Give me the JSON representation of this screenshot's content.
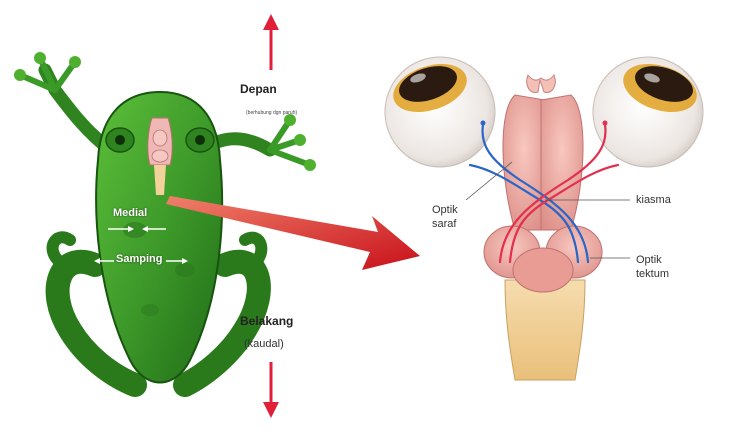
{
  "labels": {
    "depan": "Depan",
    "depan_note": "(berhubung dgn paruh)",
    "belakang": "Belakang",
    "kaudal": "(kaudal)",
    "medial": "Medial",
    "samping": "Samping",
    "optik_saraf_1": "Optik",
    "optik_saraf_2": "saraf",
    "kiasma": "kiasma",
    "optik_tektum_1": "Optik",
    "optik_tektum_2": "tektum"
  },
  "colors": {
    "frog_green": "#3e9a2a",
    "frog_dark": "#1f6b16",
    "axis_arrow": "#e0203a",
    "big_arrow": "#d8141c",
    "eye_white": "#f6f4f2",
    "brain_pink": "#eea8a0",
    "nerve_red": "#e2304e",
    "nerve_blue": "#2a66c8",
    "spinal": "#f2d29a"
  },
  "icons": {
    "frog": "frog-illustration",
    "brain": "brain-illustration",
    "eye": "eye-illustration",
    "pointer": "pointer-arrow"
  }
}
